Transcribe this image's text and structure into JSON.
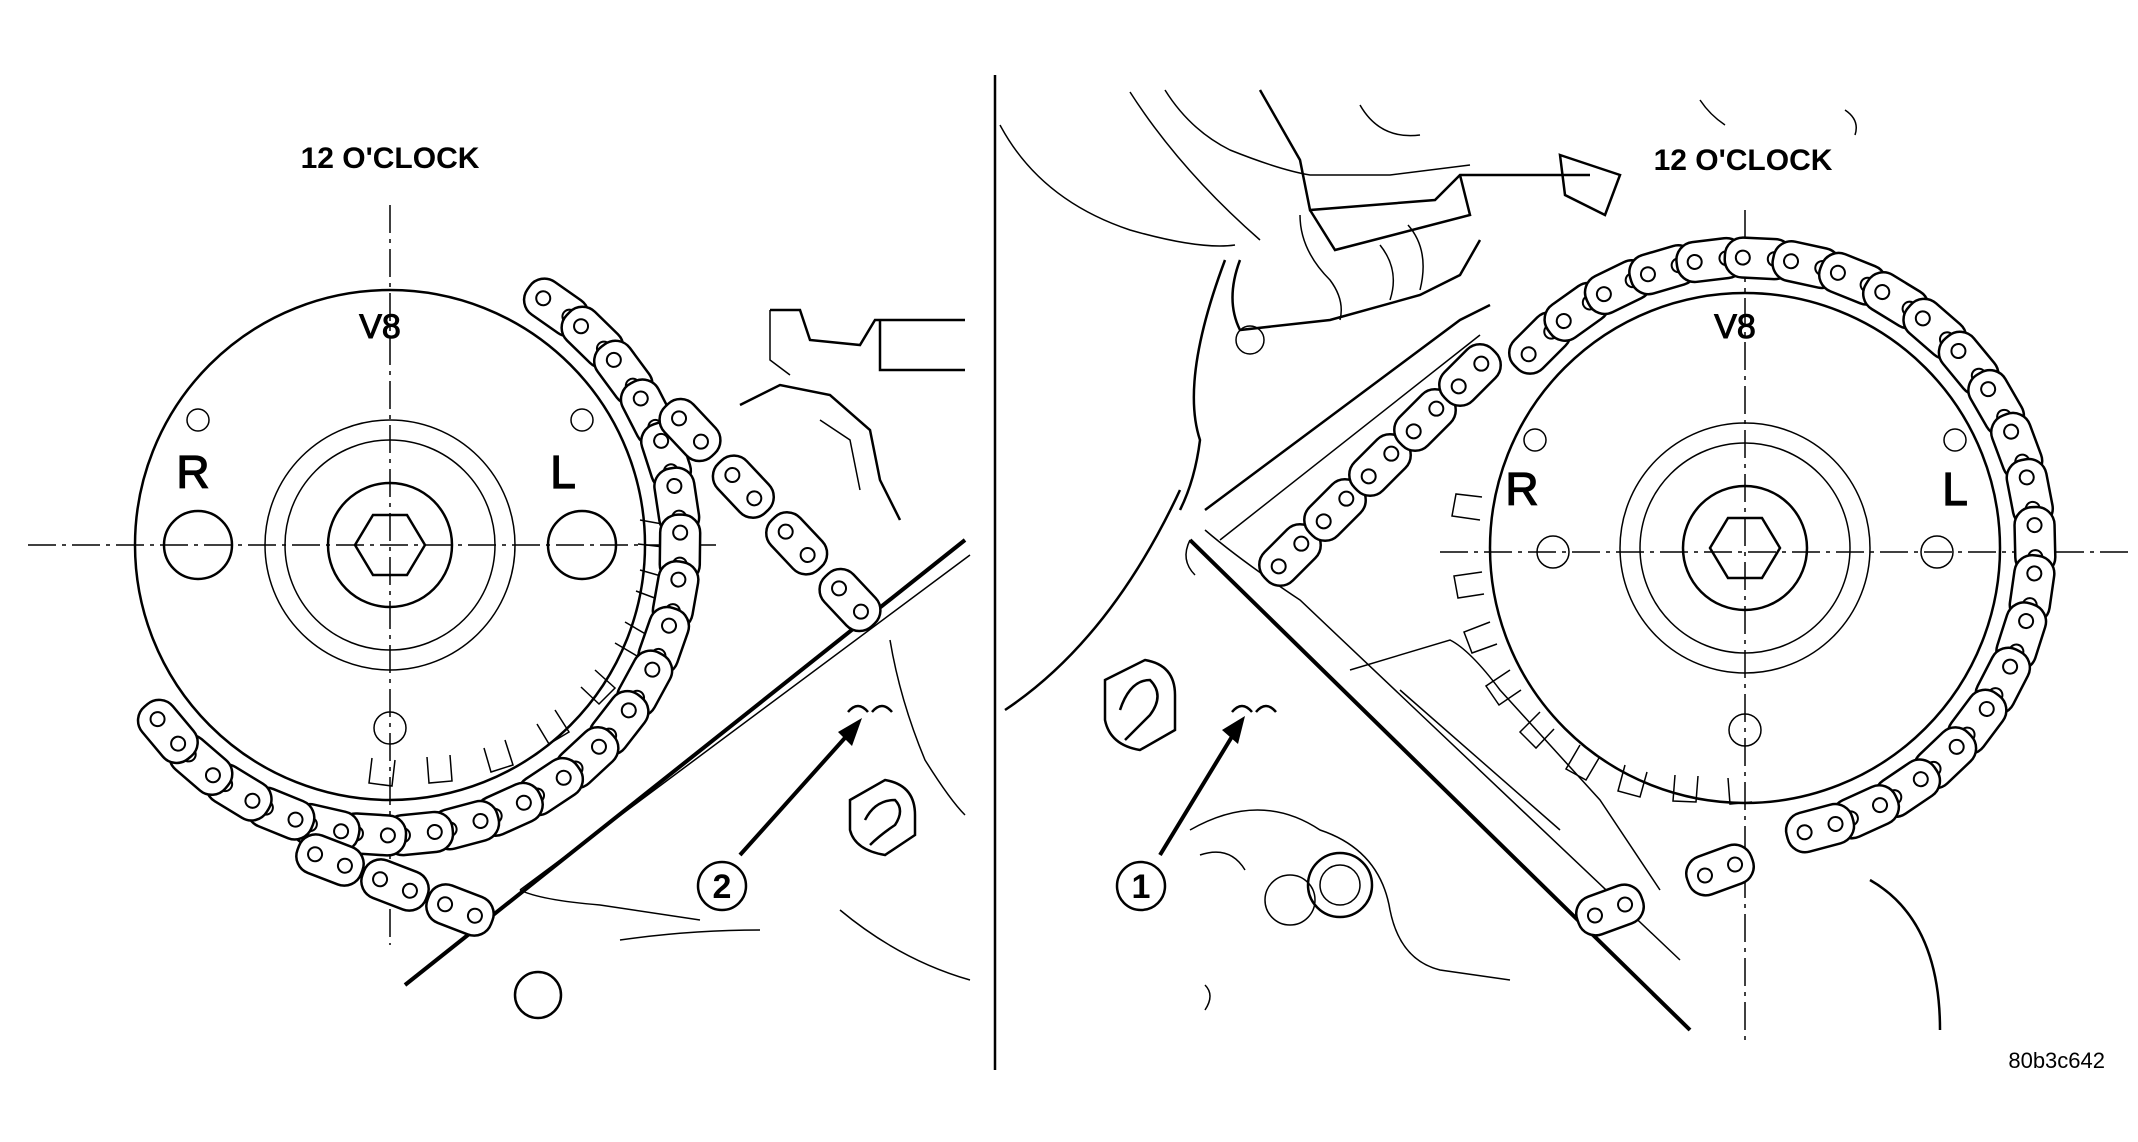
{
  "views": [
    {
      "id": "left",
      "clock_label": "12 O'CLOCK",
      "engine_label": "V8",
      "right_mark": "R",
      "left_mark": "L",
      "callout": "2"
    },
    {
      "id": "right",
      "clock_label": "12 O'CLOCK",
      "engine_label": "V8",
      "right_mark": "R",
      "left_mark": "L",
      "callout": "1"
    }
  ],
  "figure_id": "80b3c642",
  "colors": {
    "ink": "#000000",
    "paper": "#ffffff"
  }
}
